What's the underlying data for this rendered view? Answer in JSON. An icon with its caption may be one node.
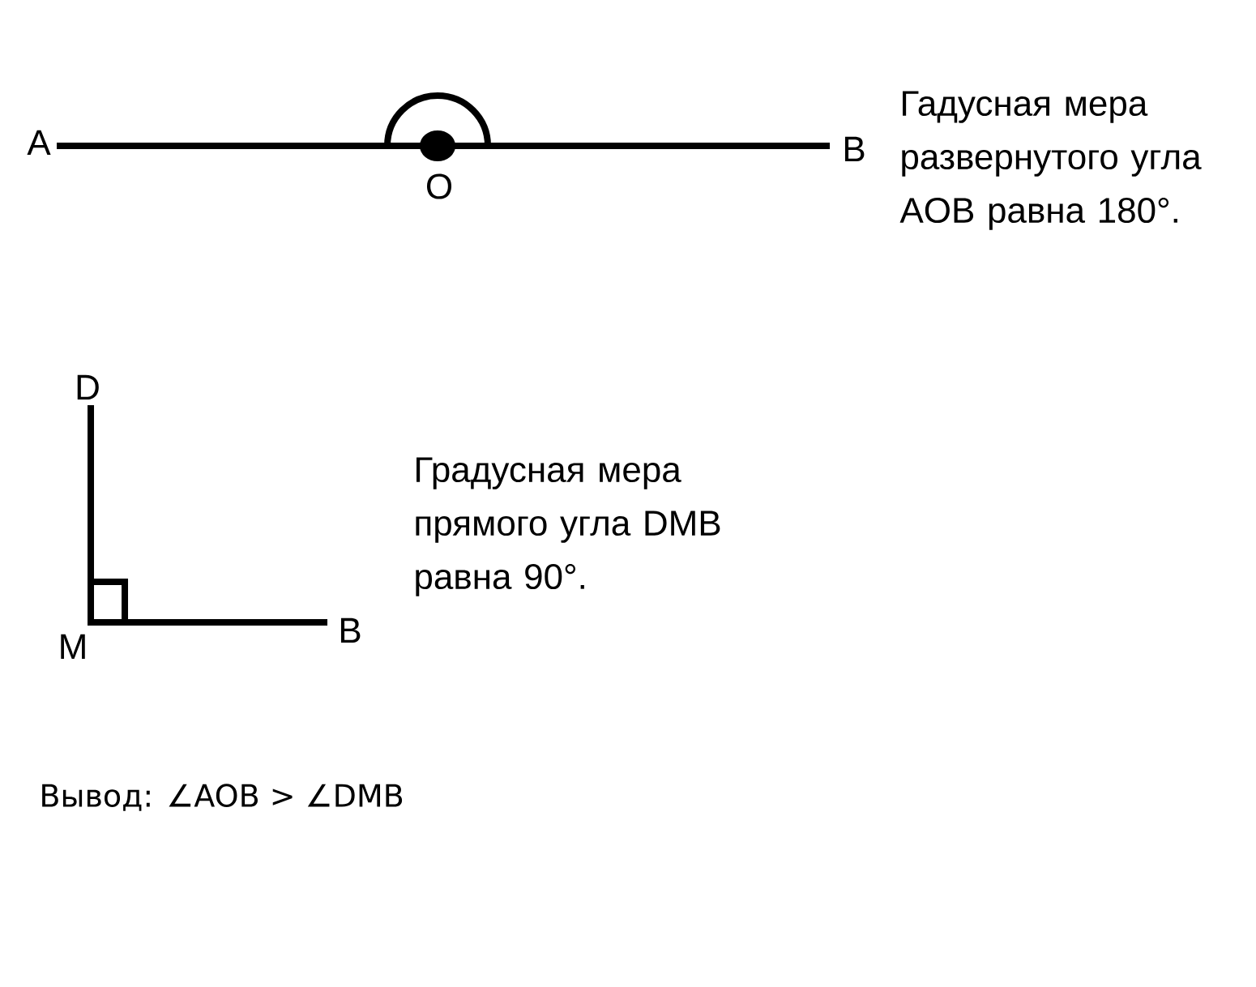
{
  "diagram": {
    "labels": [
      "A",
      "O",
      "B",
      "Гадусная мера развернутого угла AOB равна 180°.",
      "D",
      "Градусная мера прямого угла DMB равна 90°.",
      "M",
      "B",
      "Вывод: ∠AOB > ∠DMB"
    ]
  }
}
